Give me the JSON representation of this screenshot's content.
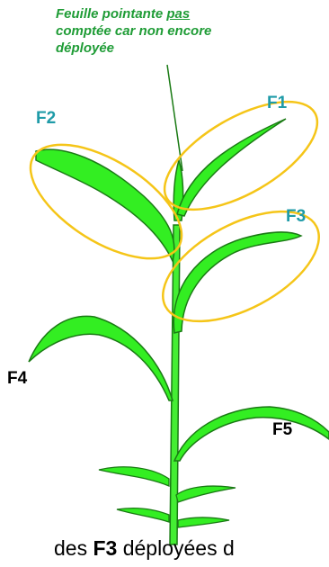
{
  "note": {
    "line1_pre": "Feuille pointante ",
    "line1_underlined": "pas",
    "line2": "comptée car non encore",
    "line3": "déployée"
  },
  "labels": {
    "f1": "F1",
    "f2": "F2",
    "f3": "F3",
    "f4": "F4",
    "f5": "F5"
  },
  "caption": {
    "prefix": "des ",
    "bold": "F3",
    "suffix": " déployées d"
  },
  "colors": {
    "leaf_fill": "#33ee22",
    "leaf_stroke": "#1a7a14",
    "ellipse": "#f5c518",
    "note_text": "#1f9c36",
    "label_teal": "#1f9ba8"
  }
}
